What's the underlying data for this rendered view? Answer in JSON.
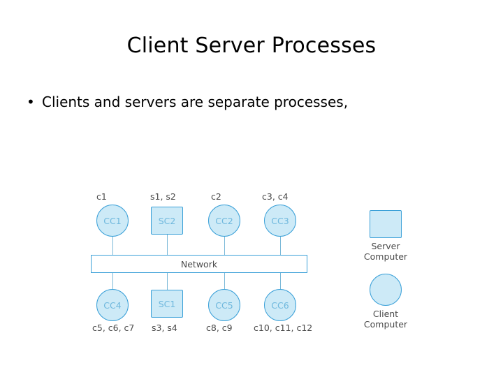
{
  "slide": {
    "title": "Client Server Processes",
    "bullet_marker": "•",
    "bullet_text": "Clients and servers are separate processes,"
  },
  "diagram": {
    "network_label": "Network",
    "top_labels": [
      "c1",
      "s1, s2",
      "c2",
      "c3, c4"
    ],
    "top_nodes": [
      {
        "label": "CC1",
        "shape": "circle"
      },
      {
        "label": "SC2",
        "shape": "square"
      },
      {
        "label": "CC2",
        "shape": "circle"
      },
      {
        "label": "CC3",
        "shape": "circle"
      }
    ],
    "bottom_nodes": [
      {
        "label": "CC4",
        "shape": "circle"
      },
      {
        "label": "SC1",
        "shape": "square"
      },
      {
        "label": "CC5",
        "shape": "circle"
      },
      {
        "label": "CC6",
        "shape": "circle"
      }
    ],
    "bottom_labels": [
      "c5, c6, c7",
      "s3, s4",
      "c8, c9",
      "c10, c11, c12"
    ],
    "legend": [
      {
        "shape": "square",
        "line1": "Server",
        "line2": "Computer"
      },
      {
        "shape": "circle",
        "line1": "Client",
        "line2": "Computer"
      }
    ],
    "colors": {
      "node_fill": "#cdeaf7",
      "node_stroke": "#3aa0d8",
      "label_text": "#4a4a4a",
      "node_text": "#6fb8dd"
    }
  }
}
